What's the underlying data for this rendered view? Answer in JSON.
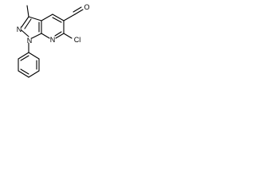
{
  "molecule": {
    "atoms": {
      "pyrazole_N1": "N",
      "pyrazole_N2": "N",
      "pyridine_N": "N",
      "chlorine": "Cl",
      "aldehyde_O": "O"
    }
  }
}
